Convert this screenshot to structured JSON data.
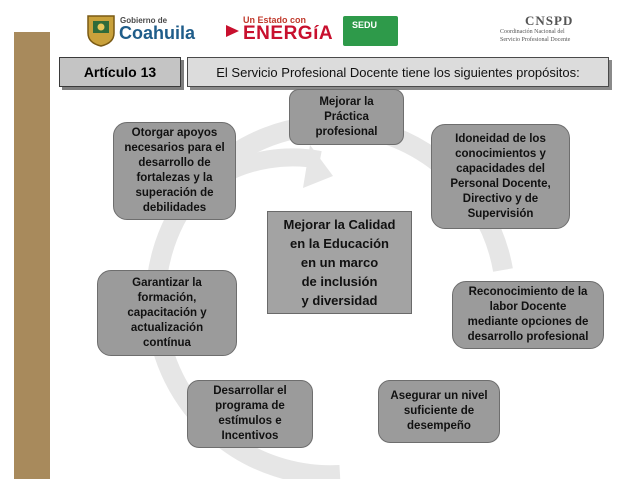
{
  "logos": {
    "coahuila_small": "Gobierno de",
    "coahuila_big": "Coahuila",
    "energia_small": "Un Estado con",
    "energia_big": "ENERGíA",
    "sedu": "SEDU",
    "cnspd_title": "CNSPD",
    "cnspd_line1": "Coordinación Nacional del",
    "cnspd_line2": "Servicio Profesional Docente"
  },
  "header": {
    "article": "Artículo 13",
    "intro": "El Servicio Profesional Docente tiene los siguientes propósitos:"
  },
  "center": "Mejorar la Calidad\nen la Educación\nen un marco\nde inclusión\ny diversidad",
  "nodes": {
    "top": "Mejorar la\nPráctica\nprofesional",
    "top_left": "Otorgar apoyos\nnecesarios para el\ndesarrollo de\nfortalezas y la\nsuperación de\ndebilidades",
    "top_right": "Idoneidad de los\nconocimientos y\ncapacidades del\nPersonal Docente,\nDirectivo y de\nSupervisión",
    "left": "Garantizar la\nformación,\ncapacitación y\nactualización\ncontínua",
    "right": "Reconocimiento de la\nlabor Docente\nmediante opciones de\ndesarrollo profesional",
    "bottom_left": "Desarrollar el\nprograma de\nestímulos e\nIncentivos",
    "bottom_right": "Asegurar un nivel\nsuficiente de\ndesempeño"
  },
  "colors": {
    "node_fill": "#9b9b9b",
    "header_accent": "#a88a5c",
    "cycle_ring": "#e4e4e4"
  }
}
